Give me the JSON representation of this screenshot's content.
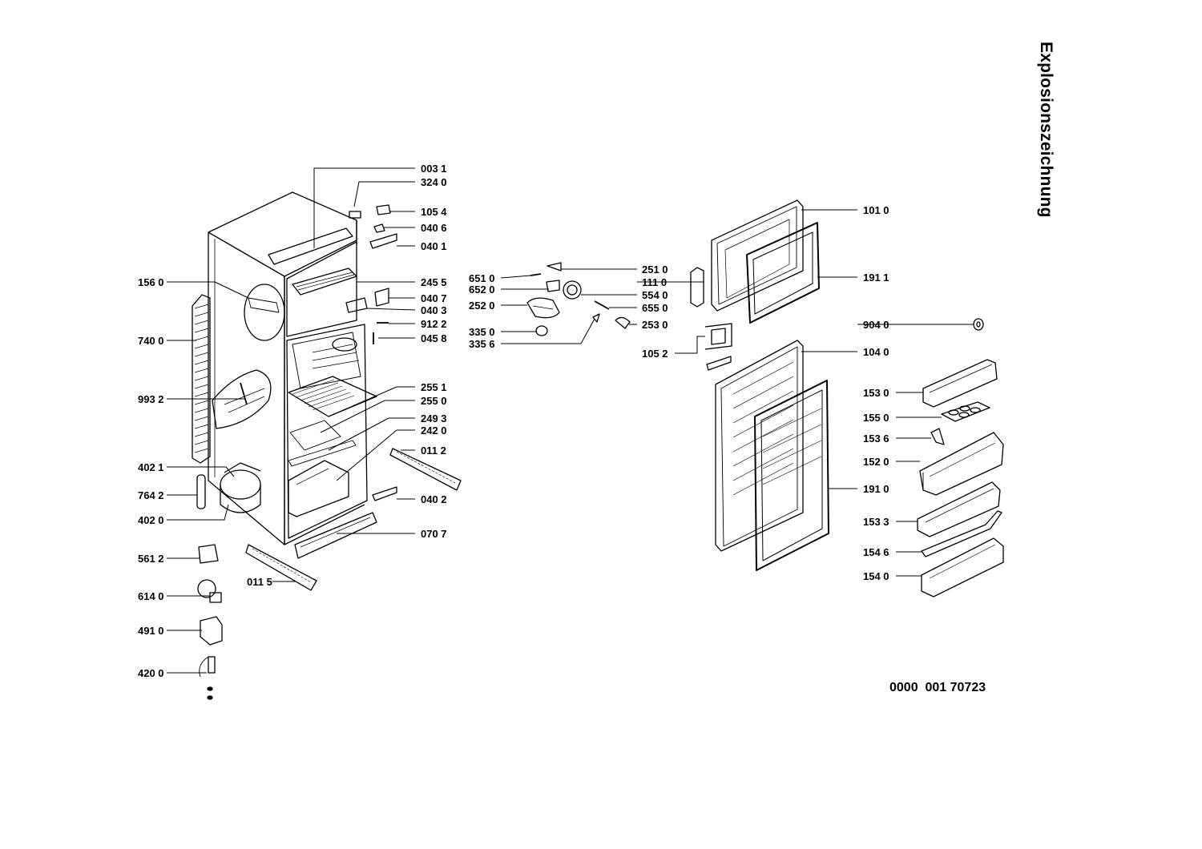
{
  "title": "Explosionszeichnung",
  "drawing_number": "0000  001 70723",
  "labels": [
    {
      "id": "0031",
      "text": "003 1"
    },
    {
      "id": "3240",
      "text": "324 0"
    },
    {
      "id": "1054",
      "text": "105 4"
    },
    {
      "id": "0406",
      "text": "040 6"
    },
    {
      "id": "0401",
      "text": "040 1"
    },
    {
      "id": "1560",
      "text": "156 0"
    },
    {
      "id": "2455",
      "text": "245 5"
    },
    {
      "id": "0407",
      "text": "040 7"
    },
    {
      "id": "0403",
      "text": "040 3"
    },
    {
      "id": "9122",
      "text": "912 2"
    },
    {
      "id": "0458",
      "text": "045 8"
    },
    {
      "id": "7400",
      "text": "740 0"
    },
    {
      "id": "9932",
      "text": "993 2"
    },
    {
      "id": "2551",
      "text": "255 1"
    },
    {
      "id": "2550",
      "text": "255 0"
    },
    {
      "id": "2493",
      "text": "249 3"
    },
    {
      "id": "2420",
      "text": "242 0"
    },
    {
      "id": "0112",
      "text": "011 2"
    },
    {
      "id": "4021",
      "text": "402 1"
    },
    {
      "id": "7642",
      "text": "764 2"
    },
    {
      "id": "0402",
      "text": "040 2"
    },
    {
      "id": "4020",
      "text": "402 0"
    },
    {
      "id": "0707",
      "text": "070 7"
    },
    {
      "id": "5612",
      "text": "561 2"
    },
    {
      "id": "0115",
      "text": "011 5"
    },
    {
      "id": "6140",
      "text": "614 0"
    },
    {
      "id": "4910",
      "text": "491 0"
    },
    {
      "id": "4200",
      "text": "420 0"
    },
    {
      "id": "6510",
      "text": "651 0"
    },
    {
      "id": "6520",
      "text": "652 0"
    },
    {
      "id": "2520",
      "text": "252 0"
    },
    {
      "id": "3350",
      "text": "335 0"
    },
    {
      "id": "3356",
      "text": "335 6"
    },
    {
      "id": "2510",
      "text": "251 0"
    },
    {
      "id": "1110",
      "text": "111 0"
    },
    {
      "id": "5540",
      "text": "554 0"
    },
    {
      "id": "6550",
      "text": "655 0"
    },
    {
      "id": "2530",
      "text": "253 0"
    },
    {
      "id": "1052",
      "text": "105 2"
    },
    {
      "id": "1010",
      "text": "101 0"
    },
    {
      "id": "1911",
      "text": "191 1"
    },
    {
      "id": "9040",
      "text": "904 0"
    },
    {
      "id": "1040",
      "text": "104 0"
    },
    {
      "id": "1530",
      "text": "153 0"
    },
    {
      "id": "1550",
      "text": "155 0"
    },
    {
      "id": "1536",
      "text": "153 6"
    },
    {
      "id": "1520",
      "text": "152 0"
    },
    {
      "id": "1910",
      "text": "191 0"
    },
    {
      "id": "1533",
      "text": "153 3"
    },
    {
      "id": "1546",
      "text": "154 6"
    },
    {
      "id": "1540",
      "text": "154 0"
    }
  ]
}
